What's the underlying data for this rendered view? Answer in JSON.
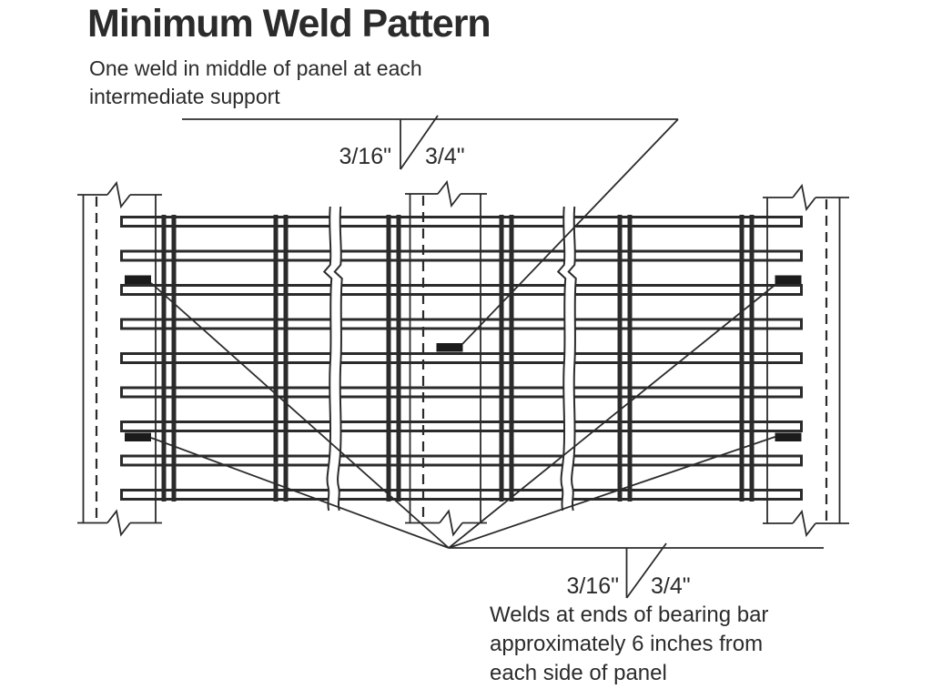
{
  "title": "Minimum Weld Pattern",
  "subtitle": "One weld in middle of panel at each\nintermediate support",
  "callouts": {
    "top": {
      "weld_size": "3/16\"",
      "weld_length": "3/4\""
    },
    "bottom": {
      "weld_size": "3/16\"",
      "weld_length": "3/4\"",
      "caption": "Welds at ends of bearing bar\napproximately 6 inches from\neach side of panel"
    }
  },
  "colors": {
    "ink": "#2b2b2b",
    "weld": "#1b1b1b",
    "background": "#ffffff"
  },
  "diagram": {
    "bearing_bars": 9,
    "cross_bars": 6,
    "supports": 3,
    "welds": 5,
    "panel_breaks": 2
  }
}
